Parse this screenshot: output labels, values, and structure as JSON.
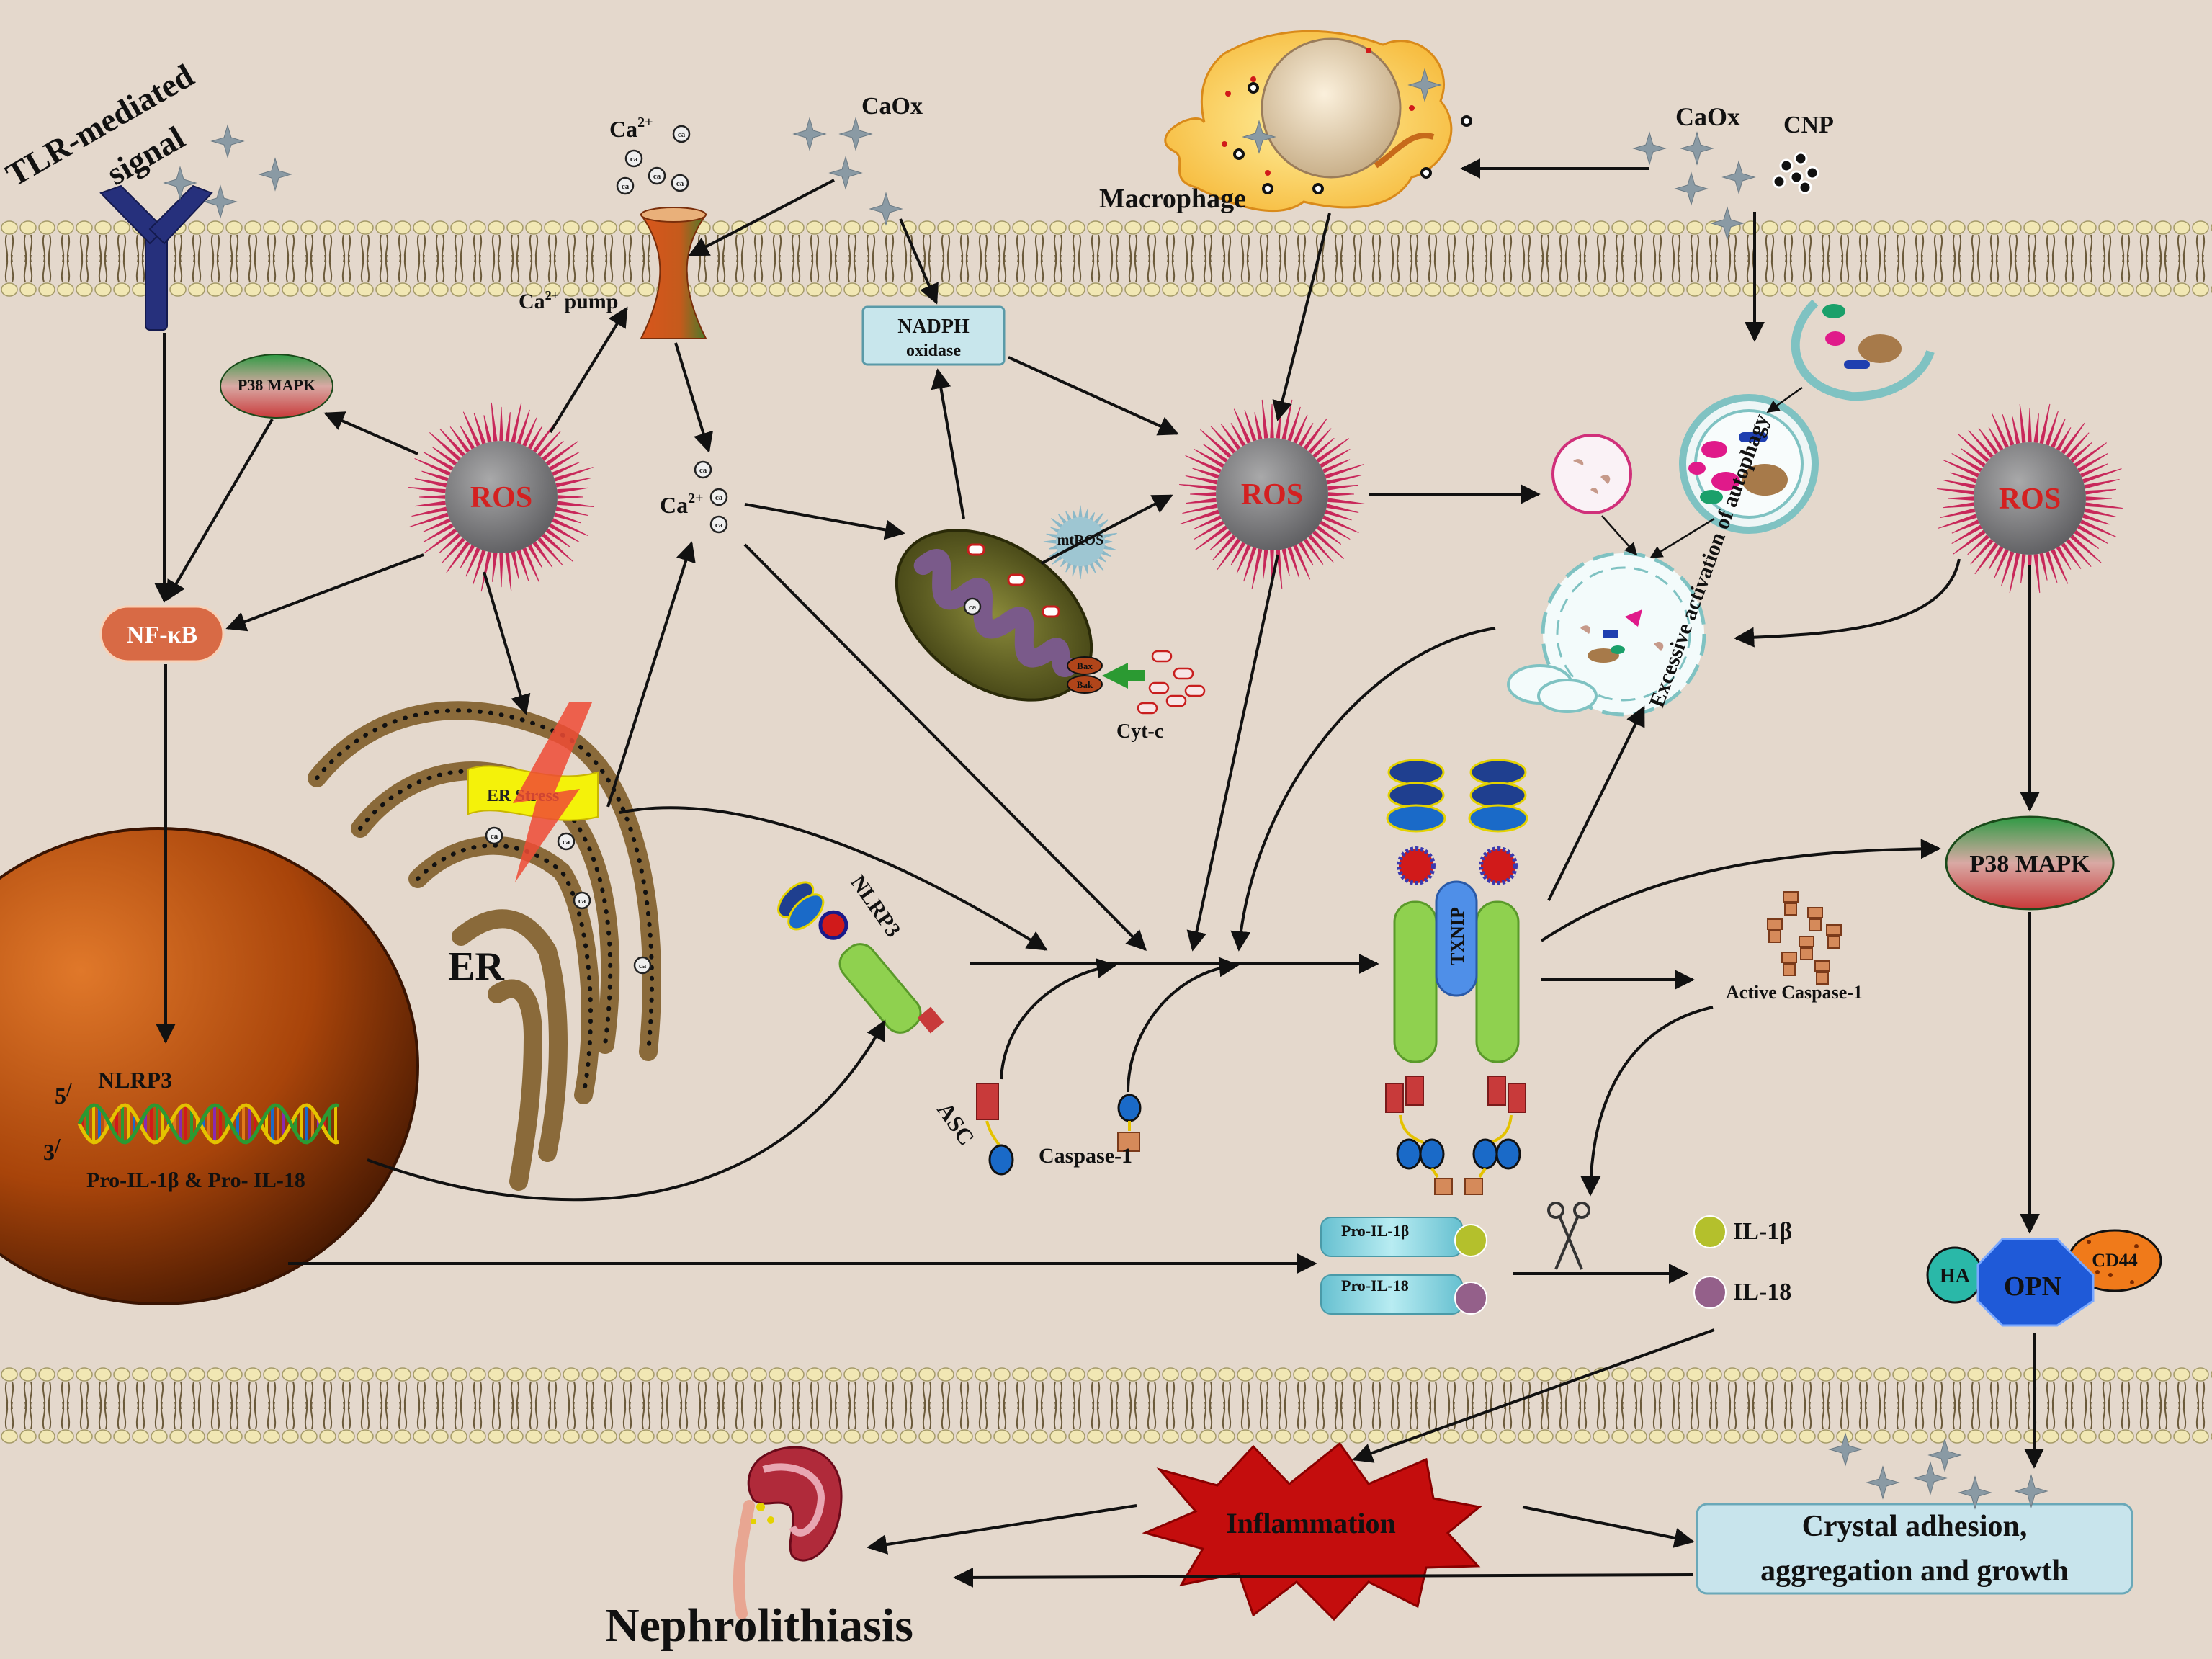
{
  "labels": {
    "tlr": [
      "TLR-mediated",
      "signal"
    ],
    "caox_top": "CaOx",
    "caox_right": "CaOx",
    "cnp": "CNP",
    "macrophage": "Macrophage",
    "ca_top": "Ca",
    "ca_mid": "Ca",
    "ca_sup": "2+",
    "ca_pump": "Ca",
    "ca_pump_sup": "2+",
    "ca_pump_suffix": " pump",
    "nadph_line1": "NADPH",
    "nadph_line2": "oxidase",
    "p38_left": "P38 MAPK",
    "p38_right": "P38 MAPK",
    "ros_left": "ROS",
    "ros_center": "ROS",
    "ros_right": "ROS",
    "nfkb": "NF-κB",
    "mtros": "mtROS",
    "bax": "Bax",
    "bak": "Bak",
    "cytc": "Cyt-c",
    "er_stress": "ER Stress",
    "er": "ER",
    "nlrp3_gene": "NLRP3",
    "five_prime": "5",
    "three_prime": "3",
    "prime_mark": "/",
    "pro_il": "Pro-IL-1β & Pro- IL-18",
    "nlrp3_protein": "NLRP3",
    "asc": "ASC",
    "caspase1": "Caspase-1",
    "txnip": "TXNIP",
    "active_caspase": "Active Caspase-1",
    "pro_il1b": "Pro-IL-1β",
    "pro_il18": "Pro-IL-18",
    "il1b": "IL-1β",
    "il18": "IL-18",
    "autophagy": "Excessive activation of autophagy",
    "ha": "HA",
    "opn": "OPN",
    "cd44": "CD44",
    "inflammation": "Inflammation",
    "crystal_line1": "Crystal adhesion,",
    "crystal_line2": "aggregation and growth",
    "nephro": "Nephrolithiasis"
  },
  "colors": {
    "background": "#e4d8cc",
    "membrane_head": "#f1e7b4",
    "ros_spikes": "#c8285a",
    "ros_core": "#7f7f80",
    "ros_text": "#d42020",
    "nfkb": "#d86a45",
    "nucleus": "#b34806",
    "inflammation": "#c40d0d",
    "green_domain": "#8fd14f",
    "txnip": "#4f8fe8",
    "blue_dark": "#1f3f8f",
    "crystal_box": "#c8e4ec"
  }
}
